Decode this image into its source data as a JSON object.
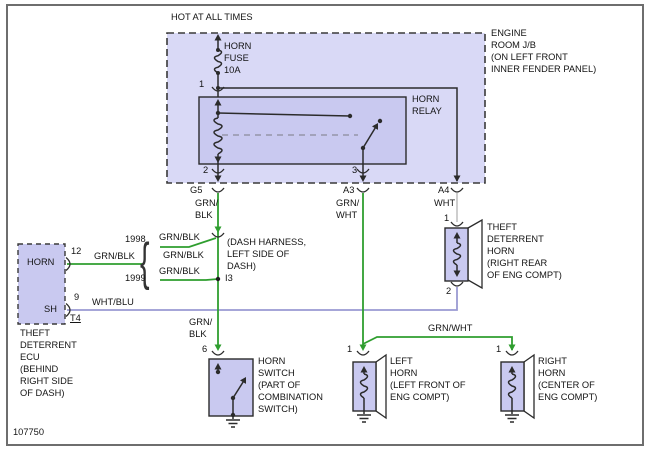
{
  "page": {
    "diagram_number": "107750",
    "colors": {
      "wire_green": "#2f9e2f",
      "wire_white": "#c9c9c9",
      "wire_white_blue": "#9a9ad2",
      "wire_black": "#2b2b2b",
      "junction_box_fill": "#d9d9f6",
      "component_fill": "#c9c9f0",
      "page_border": "#6e6e6e"
    }
  },
  "power": {
    "label": "HOT AT ALL TIMES"
  },
  "junction_box": {
    "label": "ENGINE\nROOM J/B\n(ON LEFT FRONT\nINNER FENDER PANEL)"
  },
  "fuse": {
    "label": "HORN\nFUSE\n10A",
    "pin": "1"
  },
  "relay": {
    "label": "HORN\nRELAY",
    "pin_coil_out": "2",
    "pin_contact_out": "3"
  },
  "jb_connectors": {
    "g5": {
      "id": "G5",
      "wire": "GRN/\nBLK"
    },
    "a3": {
      "id": "A3",
      "wire": "GRN/\nWHT"
    },
    "a4": {
      "id": "A4",
      "wire": "WHT"
    }
  },
  "ecu": {
    "terminal_horn": "HORN",
    "terminal_sh": "SH",
    "pin_horn": "12",
    "pin_sh": "9",
    "wire_horn": "GRN/BLK",
    "wire_sh": "WHT/BLU",
    "connector_id": "T4",
    "label": "THEFT\nDETERRENT\nECU\n(BEHIND\nRIGHT SIDE\nOF DASH)"
  },
  "splice": {
    "year_top": "1998",
    "year_bottom": "1999",
    "wire_top": "GRN/BLK",
    "wire_mid": "GRN/BLK",
    "wire_bottom": "GRN/BLK",
    "brace": "{",
    "harness_note": "(DASH HARNESS,\nLEFT SIDE OF\nDASH)",
    "splice_id": "I3"
  },
  "horn_switch": {
    "pin": "6",
    "wire": "GRN/\nBLK",
    "label": "HORN\nSWITCH\n(PART OF\nCOMBINATION\nSWITCH)"
  },
  "theft_horn": {
    "pin_top": "1",
    "pin_bottom": "2",
    "label": "THEFT\nDETERRENT\nHORN\n(RIGHT REAR\nOF ENG COMPT)"
  },
  "left_horn": {
    "pin": "1",
    "label": "LEFT\nHORN\n(LEFT FRONT OF\nENG COMPT)"
  },
  "right_horn": {
    "pin": "1",
    "wire": "GRN/WHT",
    "label": "RIGHT\nHORN\n(CENTER OF\nENG COMPT)"
  }
}
